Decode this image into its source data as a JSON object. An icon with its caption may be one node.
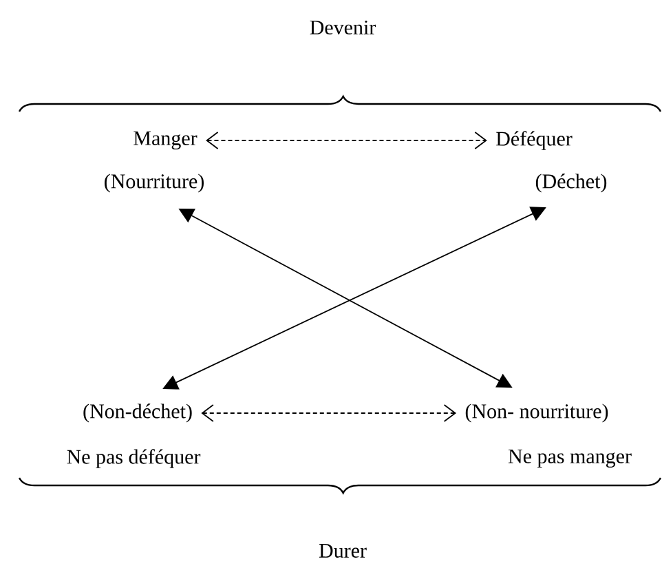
{
  "diagram": {
    "nodes": [
      {
        "text": [
          "Manger"
        ]
      },
      {
        "text": [
          "Déféquer"
        ]
      },
      {
        "text": [
          "(Nourriture)"
        ]
      },
      {
        "text": [
          "(Déchet)"
        ]
      },
      {
        "text": [
          "(Non-déchet)"
        ]
      },
      {
        "text": [
          "(Non- nourriture)"
        ]
      },
      {
        "text": [
          "Ne pas déféquer"
        ]
      },
      {
        "text": [
          "Ne pas manger"
        ]
      }
    ],
    "edges": [
      {
        "from": 0,
        "to": 1,
        "arrow": "both",
        "style": "dashed"
      },
      {
        "from": 2,
        "to": 5,
        "arrow": "both"
      },
      {
        "from": 3,
        "to": 4,
        "arrow": "both"
      },
      {
        "from": 4,
        "to": 5,
        "arrow": "both",
        "style": "dashed"
      }
    ],
    "labels": [
      "Devenir",
      "Durer"
    ]
  }
}
